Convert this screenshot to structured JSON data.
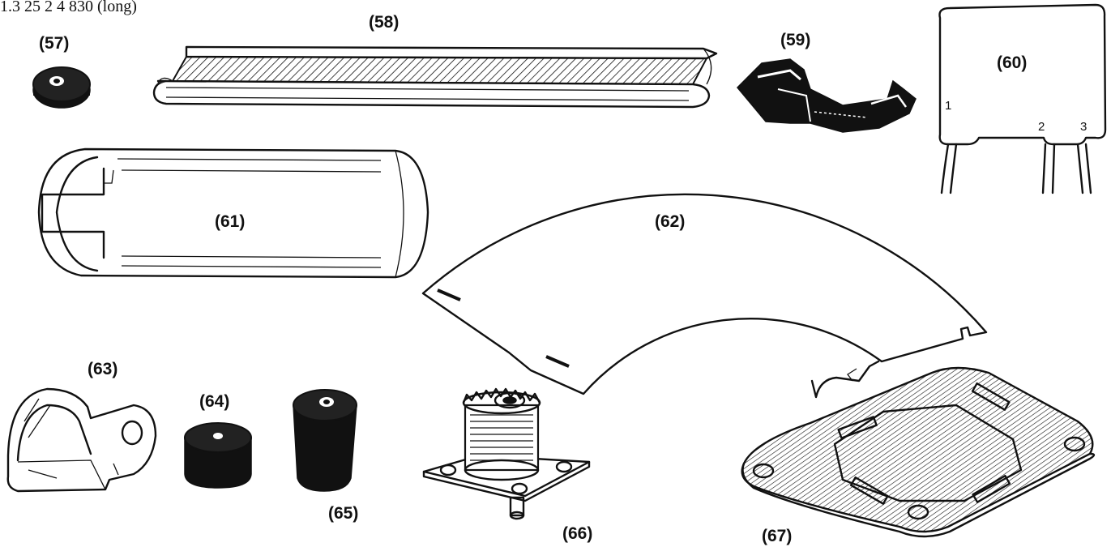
{
  "header_fragment": "1.3 25   2   4 830 (long)",
  "parts": [
    {
      "id": "57",
      "label": "(57)",
      "icon": "grommet-icon"
    },
    {
      "id": "58",
      "label": "(58)",
      "icon": "channel-strip-icon"
    },
    {
      "id": "59",
      "label": "(59)",
      "icon": "spring-clip-icon"
    },
    {
      "id": "60",
      "label": "(60)",
      "icon": "three-lead-component-icon",
      "pins": [
        "1",
        "2",
        "3"
      ]
    },
    {
      "id": "61",
      "label": "(61)",
      "icon": "notched-tube-icon"
    },
    {
      "id": "62",
      "label": "(62)",
      "icon": "arc-dial-plate-icon"
    },
    {
      "id": "63",
      "label": "(63)",
      "icon": "cable-clamp-icon"
    },
    {
      "id": "64",
      "label": "(64)",
      "icon": "short-spacer-icon"
    },
    {
      "id": "65",
      "label": "(65)",
      "icon": "tall-spacer-icon"
    },
    {
      "id": "66",
      "label": "(66)",
      "icon": "coax-socket-icon"
    },
    {
      "id": "67",
      "label": "(67)",
      "icon": "gasket-plate-icon"
    }
  ]
}
